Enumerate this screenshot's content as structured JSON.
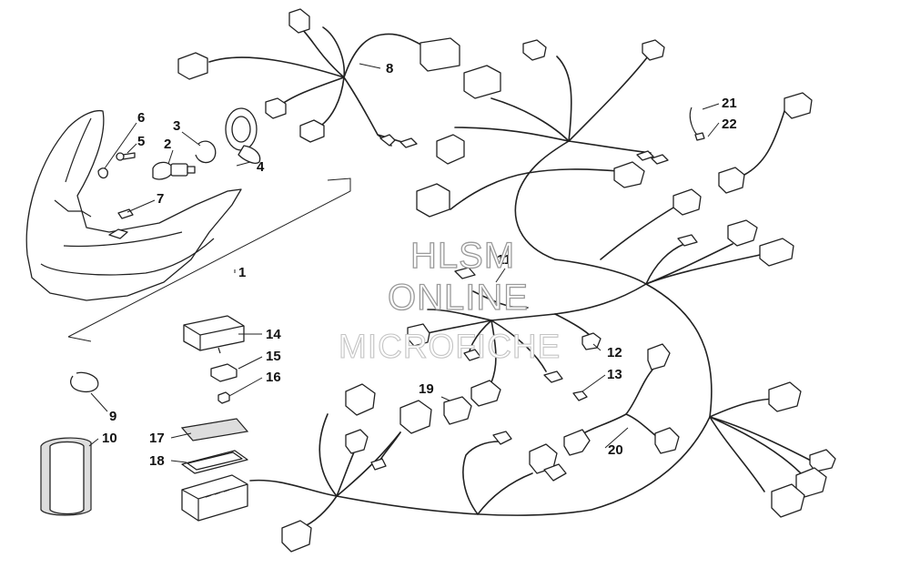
{
  "callouts": {
    "c1": "1",
    "c2": "2",
    "c3": "3",
    "c4": "4",
    "c5": "5",
    "c6": "6",
    "c7": "7",
    "c8": "8",
    "c9": "9",
    "c10": "10",
    "c11": "11",
    "c12": "12",
    "c13": "13",
    "c14": "14",
    "c15": "15",
    "c16": "16",
    "c17": "17",
    "c18": "18",
    "c19": "19",
    "c20": "20",
    "c21": "21",
    "c22": "22"
  },
  "watermark": {
    "line1": "HLSM",
    "line2": "ONLINE",
    "line3": "MICROFICHE"
  }
}
